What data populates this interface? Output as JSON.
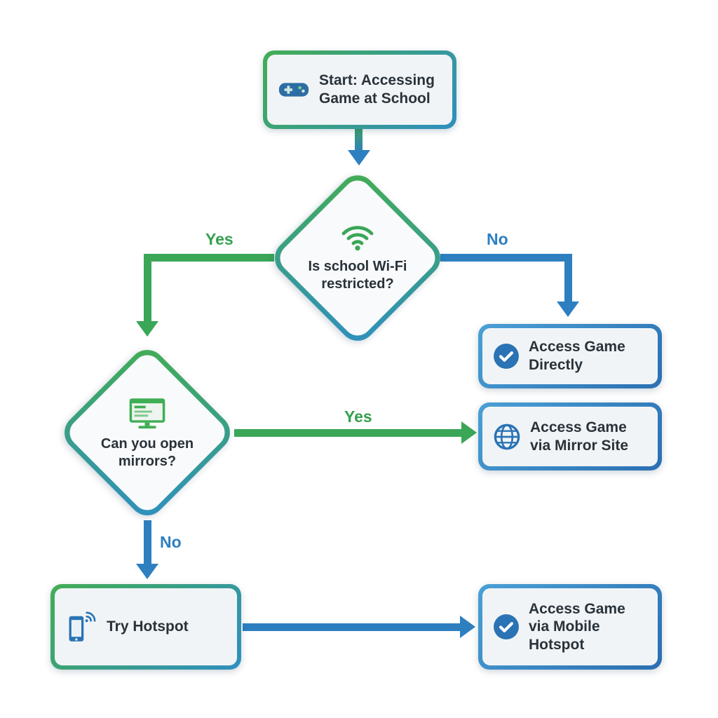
{
  "flowchart": {
    "nodes": {
      "start": {
        "label": "Start: Accessing Game at School",
        "icon": "gamepad-icon"
      },
      "wifi_decision": {
        "label": "Is school Wi-Fi restricted?",
        "icon": "wifi-icon"
      },
      "mirrors_decision": {
        "label": "Can you open mirrors?",
        "icon": "browser-window-icon"
      },
      "access_directly": {
        "label": "Access Game Directly",
        "icon": "check-circle-icon"
      },
      "access_mirror": {
        "label": "Access Game via Mirror Site",
        "icon": "globe-icon"
      },
      "try_hotspot": {
        "label": "Try Hotspot",
        "icon": "phone-hotspot-icon"
      },
      "access_hotspot": {
        "label": "Access Game via Mobile Hotspot",
        "icon": "check-circle-icon"
      }
    },
    "edge_labels": {
      "wifi_yes": "Yes",
      "wifi_no": "No",
      "mirrors_yes": "Yes",
      "mirrors_no": "No"
    },
    "colors": {
      "green": "#3aa657",
      "blue": "#2e7fc0",
      "text": "#29323a",
      "node_fill": "#f1f4f6"
    }
  }
}
